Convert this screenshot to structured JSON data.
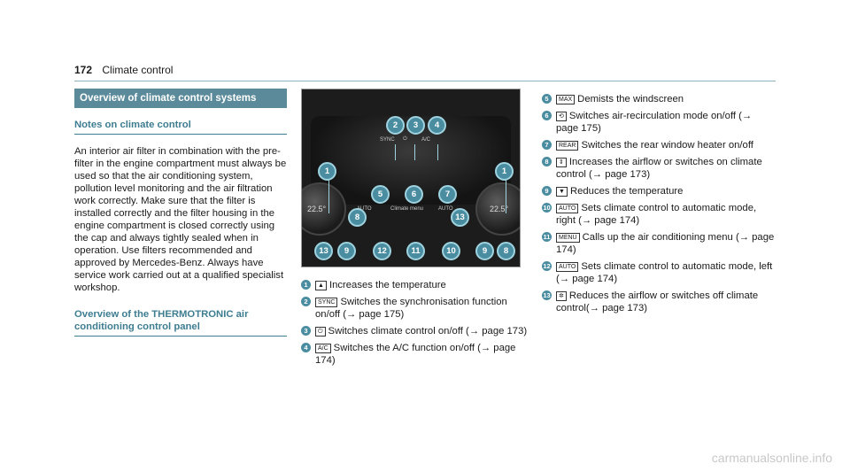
{
  "header": {
    "page": "172",
    "title": "Climate control"
  },
  "left": {
    "section_title": "Overview of climate control systems",
    "notes_title": "Notes on climate control",
    "notes_body": "An interior air filter in combination with the pre-filter in the engine compartment must always be used so that the air conditioning system, pollution level monitoring and the air filtration work correctly. Make sure that the filter is installed correctly and the filter housing in the engine compartment is closed correctly using the cap and always tightly sealed when in operation. Use filters recommended and approved by Mercedes-Benz. Always have service work carried out at a qualified specialist workshop.",
    "overview_title": "Overview of the THERMOTRONIC air conditioning control panel"
  },
  "image": {
    "temp_left": "22.5°",
    "temp_right": "22.5°",
    "sync": "SYNC",
    "ac": "A/C",
    "auto_l": "AUTO",
    "auto_r": "AUTO",
    "menu": "Climate menu",
    "callouts": [
      "2",
      "3",
      "4",
      "1",
      "1",
      "5",
      "6",
      "7",
      "8",
      "13",
      "13",
      "9",
      "12",
      "11",
      "10",
      "9",
      "8"
    ]
  },
  "items_mid": [
    {
      "n": "1",
      "icon": "▲",
      "text": "Increases the temperature"
    },
    {
      "n": "2",
      "icon": "SYNC",
      "text": "Switches the synchronisation function on/off (→ page 175)"
    },
    {
      "n": "3",
      "icon": "⏻",
      "text": "Switches climate control on/off (→ page 173)"
    },
    {
      "n": "4",
      "icon": "A/C",
      "text": "Switches the A/C function on/off (→ page 174)"
    }
  ],
  "items_right": [
    {
      "n": "5",
      "icon": "MAX",
      "text": "Demists the windscreen"
    },
    {
      "n": "6",
      "icon": "⟲",
      "text": "Switches air-recirculation mode on/off (→ page 175)"
    },
    {
      "n": "7",
      "icon": "REAR",
      "text": "Switches the rear window heater on/off"
    },
    {
      "n": "8",
      "icon": "⇕",
      "text": "Increases the airflow or switches on climate control (→ page 173)"
    },
    {
      "n": "9",
      "icon": "▼",
      "text": "Reduces the temperature"
    },
    {
      "n": "10",
      "icon": "AUTO",
      "text": "Sets climate control to automatic mode, right (→ page 174)"
    },
    {
      "n": "11",
      "icon": "MENU",
      "text": "Calls up the air conditioning menu (→ page 174)"
    },
    {
      "n": "12",
      "icon": "AUTO",
      "text": "Sets climate control to automatic mode, left (→ page 174)"
    },
    {
      "n": "13",
      "icon": "✲",
      "text": "Reduces the airflow or switches off climate control(→ page 173)"
    }
  ],
  "footer": "carmanualsonline.info"
}
